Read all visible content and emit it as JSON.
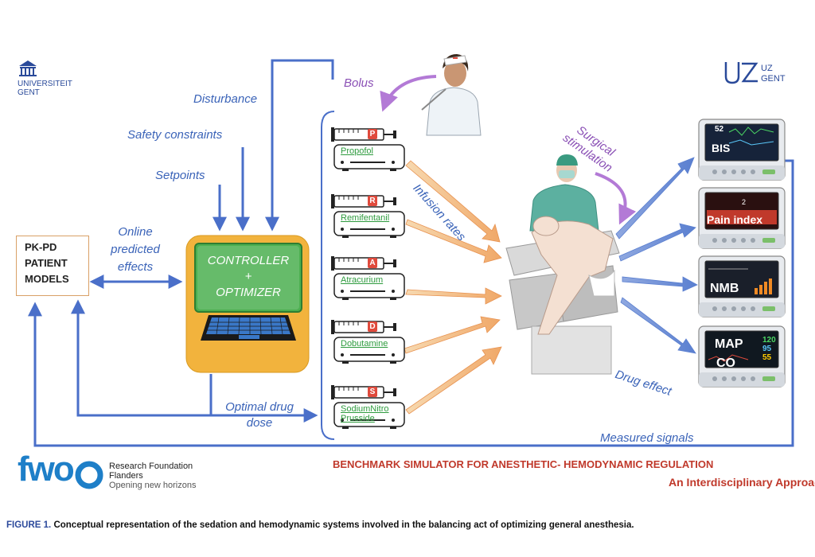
{
  "logos": {
    "ugent_line1": "UNIVERSITEIT",
    "ugent_line2": "GENT",
    "uz_line1": "UZ",
    "uz_line2": "GENT",
    "fwo_letters": "fwo",
    "fwo_line1": "Research Foundation",
    "fwo_line2": "Flanders",
    "fwo_line3": "Opening new horizons"
  },
  "labels": {
    "disturbance": "Disturbance",
    "safety_constraints": "Safety constraints",
    "setpoints": "Setpoints",
    "online_1": "Online",
    "online_2": "predicted",
    "online_3": "effects",
    "bolus": "Bolus",
    "infusion_rates": "Infusion rates",
    "surgical_1": "Surgical",
    "surgical_2": "stimulation",
    "drug_effect": "Drug effect",
    "optimal_1": "Optimal drug",
    "optimal_2": "dose",
    "measured_signals": "Measured signals"
  },
  "pk_box": {
    "line1": "PK-PD",
    "line2": "PATIENT",
    "line3": "MODELS"
  },
  "controller": {
    "line1": "CONTROLLER",
    "line2": "+",
    "line3": "OPTIMIZER"
  },
  "pumps": [
    {
      "letter": "P",
      "label": "Propofol"
    },
    {
      "letter": "R",
      "label": "Remifentanil"
    },
    {
      "letter": "A",
      "label": "Atracurium"
    },
    {
      "letter": "D",
      "label": "Dobutamine"
    },
    {
      "letter": "S",
      "label_1": "SodiumNitro",
      "label_2": "Prusside"
    }
  ],
  "monitors": {
    "bis": "BIS",
    "bis_value": "52",
    "bis_value_2": "2",
    "pain": "Pain index",
    "nmb": "NMB",
    "map": "MAP",
    "co": "CO",
    "map_v1": "120",
    "map_v2": "95",
    "map_v3": "55"
  },
  "titles": {
    "main": "BENCHMARK SIMULATOR FOR ANESTHETIC- HEMODYNAMIC REGULATION",
    "sub": "An Interdisciplinary Approach"
  },
  "caption": {
    "head": "FIGURE 1.",
    "text": "Conceptual representation of the sedation and hemodynamic systems involved in the balancing act of optimizing general anesthesia."
  },
  "colors": {
    "arrow_blue": "#4a6fc9",
    "controller_orange": "#f2b33d",
    "screen_green": "#4caf50",
    "pump_green": "#2e9b3e",
    "title_red": "#c0392b",
    "bolus_purple": "#b37ad6"
  }
}
